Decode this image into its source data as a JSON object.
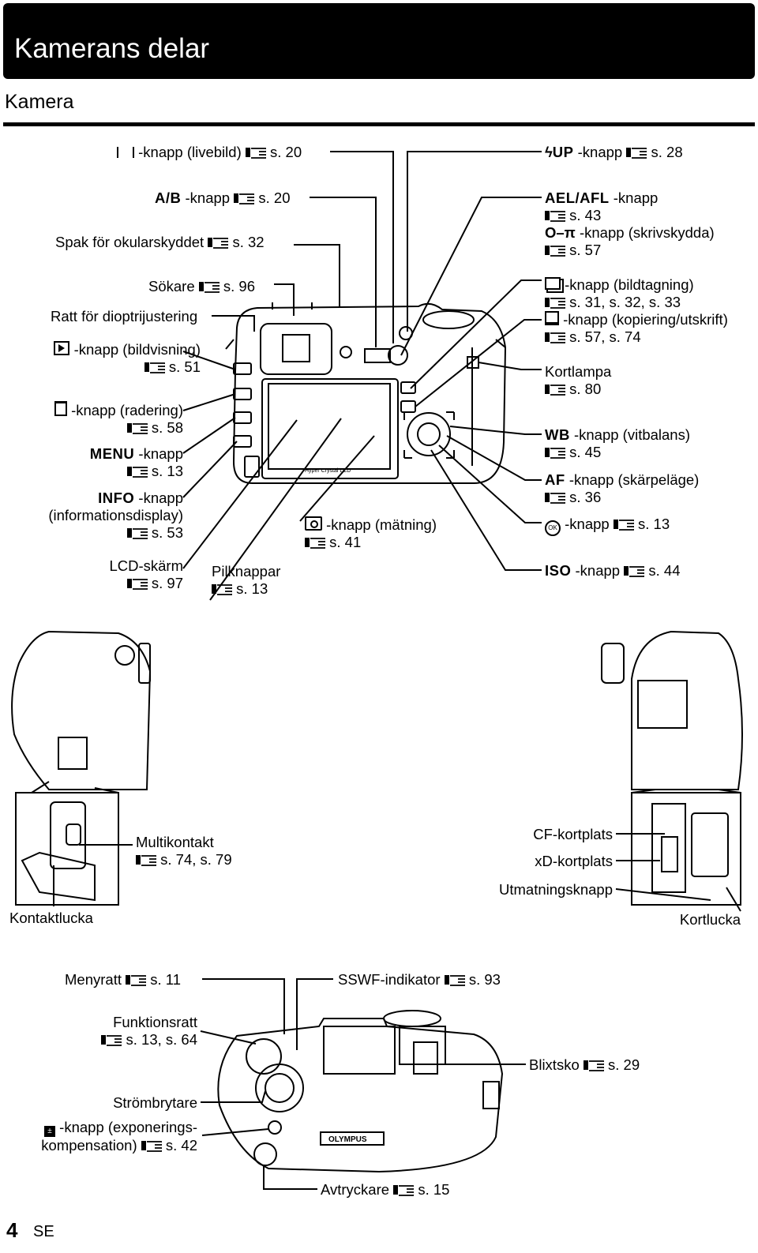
{
  "header": {
    "title": "Kamerans delar",
    "section": "Kamera"
  },
  "back_view": {
    "left": {
      "livebild": "-knapp (livebild)",
      "livebild_ref": "s. 20",
      "ab_key": "A/B",
      "ab_text": "-knapp",
      "ab_ref": "s. 20",
      "spak": "Spak för okularskyddet",
      "spak_ref": "s. 32",
      "sokare": "Sökare",
      "sokare_ref": "s. 96",
      "ratt": "Ratt för dioptrijustering",
      "bildvisning": "-knapp (bildvisning)",
      "bildvisning_ref": "s. 51",
      "radering": "-knapp (radering)",
      "radering_ref": "s. 58",
      "menu_key": "MENU",
      "menu_text": "-knapp",
      "menu_ref": "s. 13",
      "info_key": "INFO",
      "info_text": "-knapp",
      "info_sub": "(informationsdisplay)",
      "info_ref": "s. 53",
      "lcd": "LCD-skärm",
      "lcd_ref": "s. 97"
    },
    "center": {
      "pil": "Pilknappar",
      "pil_ref": "s. 13",
      "matning": "-knapp (mätning)",
      "matning_ref": "s. 41",
      "lcd_brand": "Hyper Crystal LCD"
    },
    "right": {
      "flash_key": "UP",
      "flash_text": "-knapp",
      "flash_ref": "s. 28",
      "ael_key": "AEL/AFL",
      "ael_text": "-knapp",
      "ael_ref": "s. 43",
      "skriv": "-knapp (skrivskydda)",
      "skriv_ref": "s. 57",
      "bildtagning": "-knapp (bildtagning)",
      "bildtagning_ref": "s. 31, s. 32, s. 33",
      "kopiering": "-knapp (kopiering/utskrift)",
      "kopiering_ref": "s. 57, s. 74",
      "kortlampa": "Kortlampa",
      "kortlampa_ref": "s. 80",
      "wb_key": "WB",
      "wb_text": "-knapp (vitbalans)",
      "wb_ref": "s. 45",
      "af_key": "AF",
      "af_text": "-knapp (skärpeläge)",
      "af_ref": "s. 36",
      "ok_text": "-knapp",
      "ok_ref": "s. 13",
      "iso_key": "ISO",
      "iso_text": "-knapp",
      "iso_ref": "s. 44"
    }
  },
  "side_view": {
    "multikontakt": "Multikontakt",
    "multikontakt_ref": "s. 74, s. 79",
    "kontaktlucka": "Kontaktlucka",
    "cf": "CF-kortplats",
    "xd": "xD-kortplats",
    "utmatning": "Utmatningsknapp",
    "kortlucka": "Kortlucka"
  },
  "top_view": {
    "menyratt": "Menyratt",
    "menyratt_ref": "s. 11",
    "sswf": "SSWF-indikator",
    "sswf_ref": "s. 93",
    "funktionsratt": "Funktionsratt",
    "funktionsratt_ref": "s. 13, s. 64",
    "blixtsko": "Blixtsko",
    "blixtsko_ref": "s. 29",
    "strombrytare": "Strömbrytare",
    "expo_text": "-knapp (exponerings-",
    "expo_sub": "kompensation)",
    "expo_ref": "s. 42",
    "avtryckare": "Avtryckare",
    "avtryckare_ref": "s. 15",
    "brand": "OLYMPUS"
  },
  "footer": {
    "page": "4",
    "lang": "SE"
  }
}
